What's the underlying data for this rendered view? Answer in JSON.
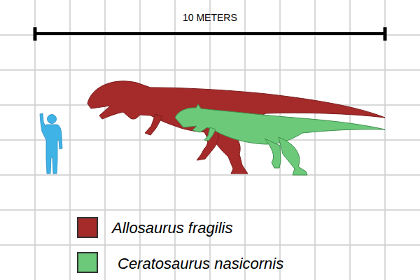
{
  "diagram": {
    "labels": [
      "10 METERS"
    ],
    "legend": [
      {
        "text": "Allosaurus fragilis",
        "color": "#a52a2a"
      },
      {
        "text": "Ceratosaurus nasicornis",
        "color": "#6cc97a"
      }
    ]
  }
}
